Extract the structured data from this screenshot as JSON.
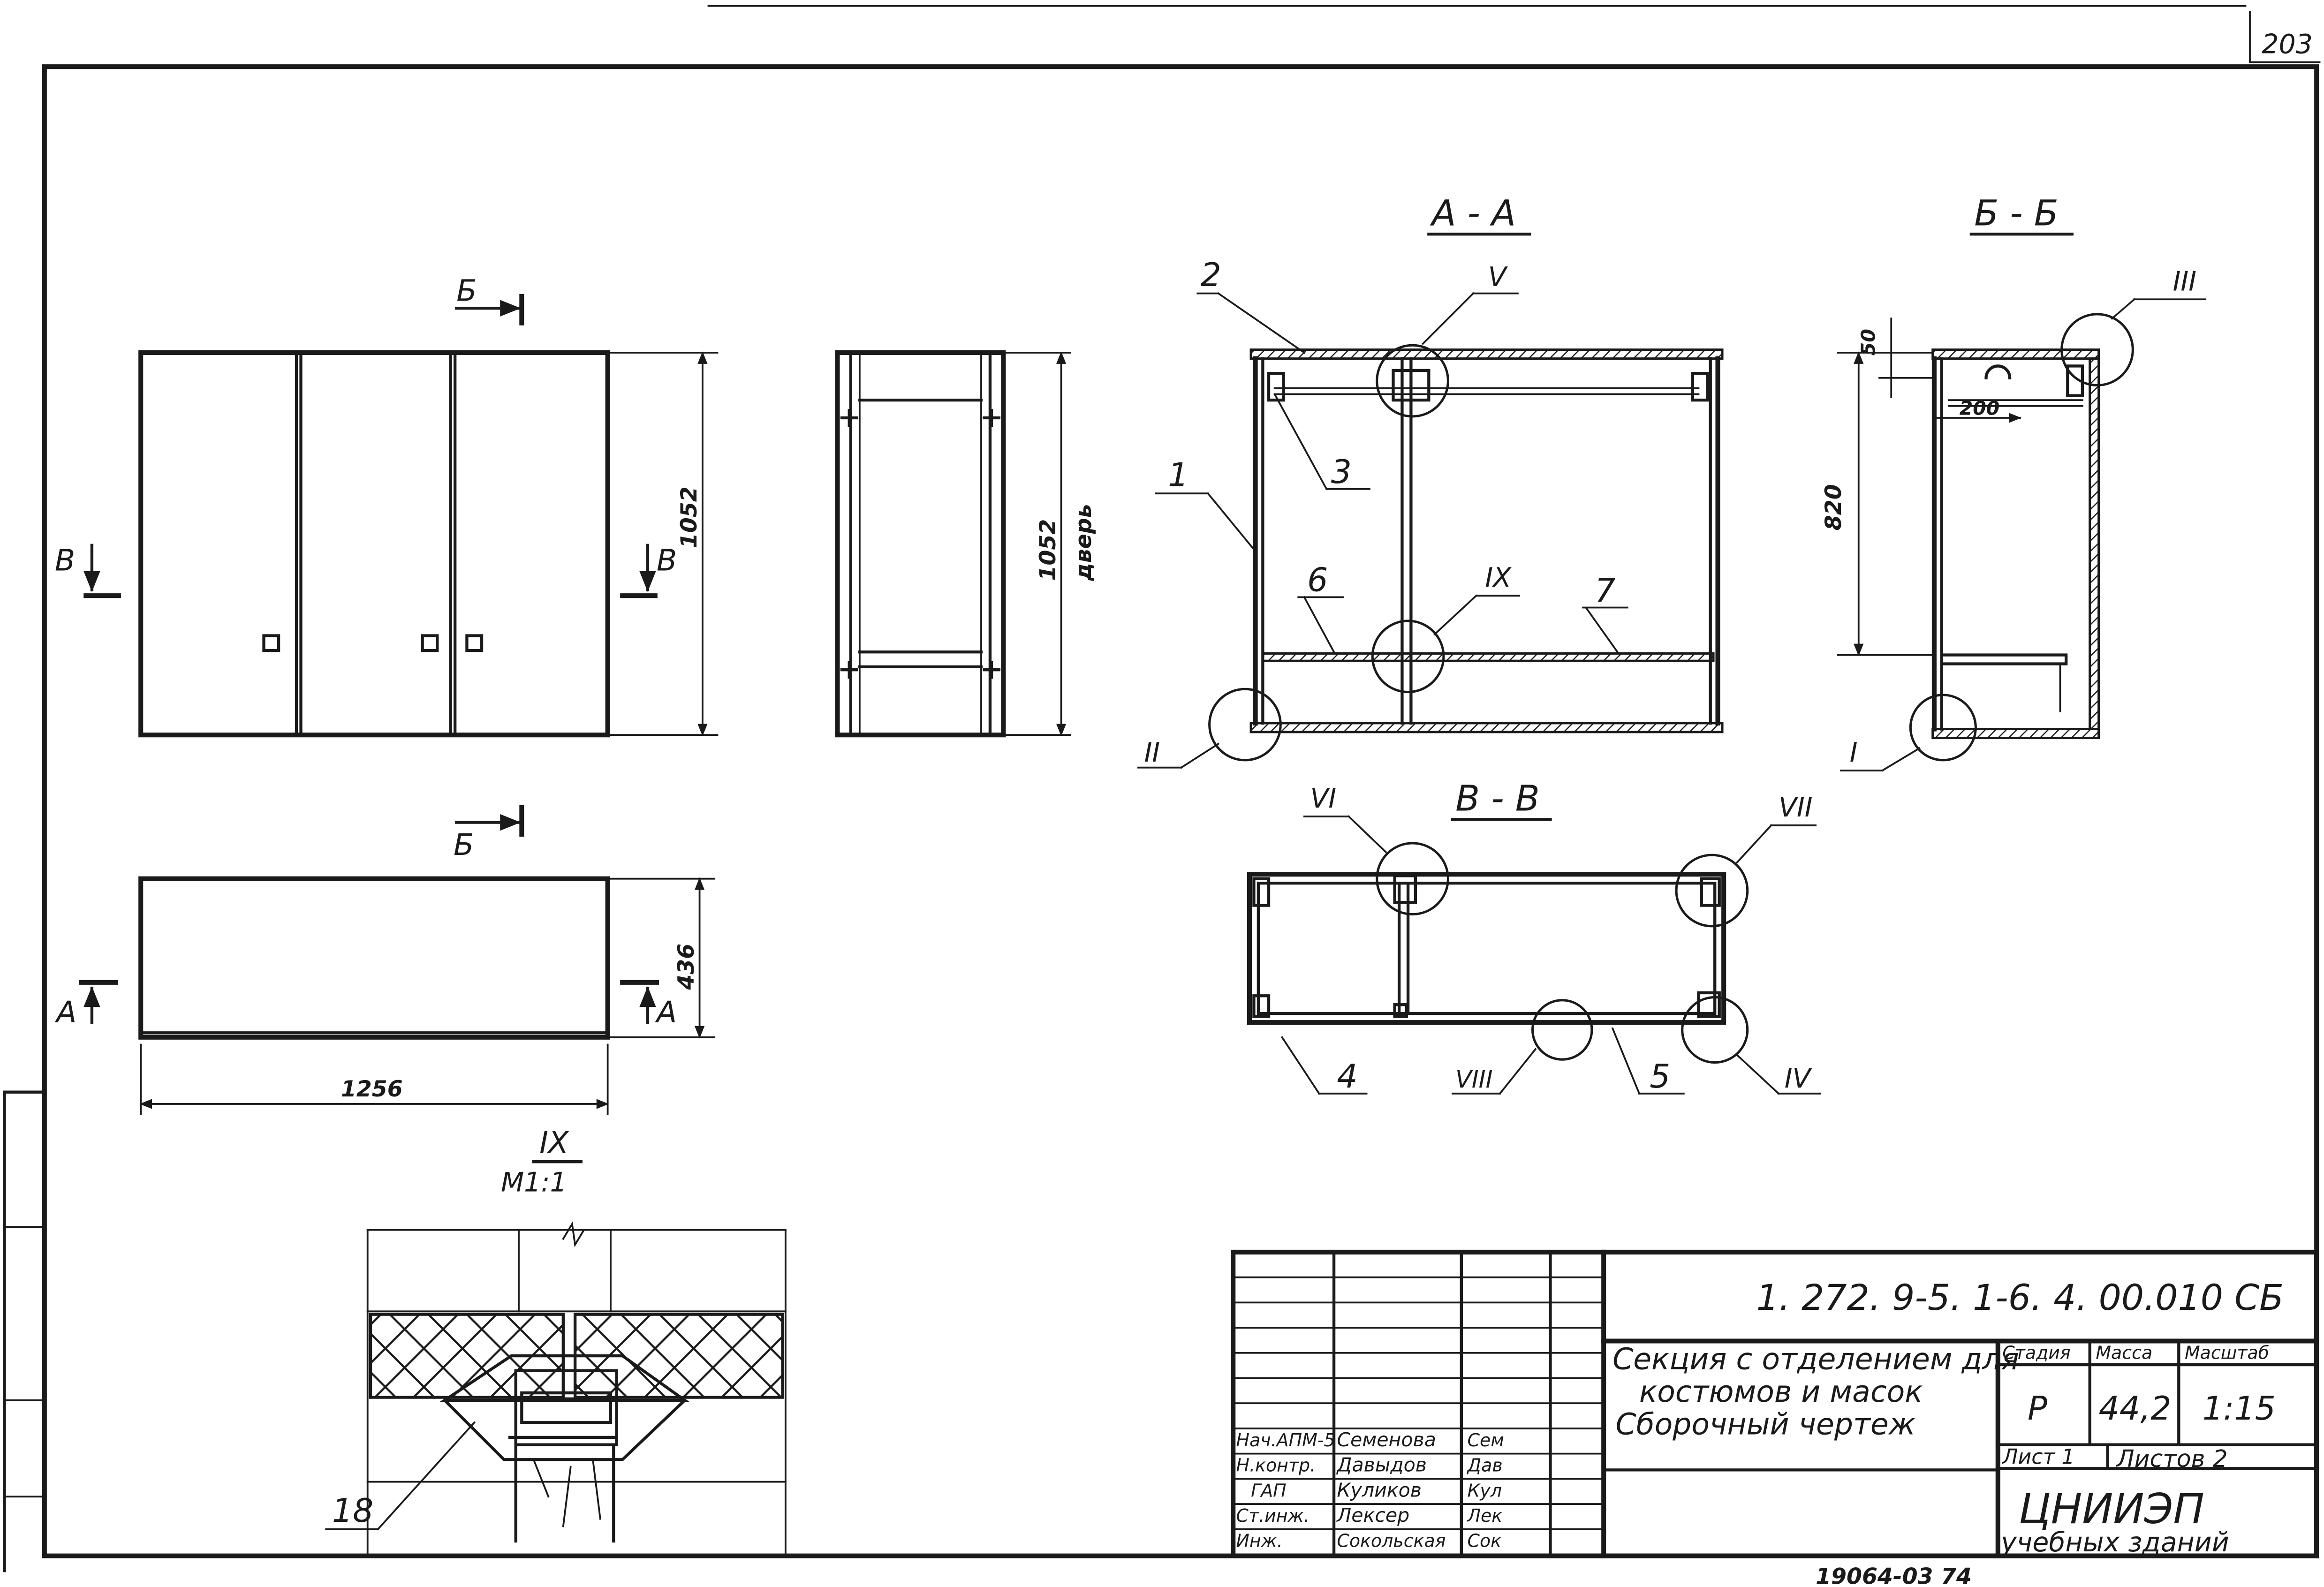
{
  "page_number": "203",
  "bottom_note": "19064-03   74",
  "sections": {
    "aa": "А - А",
    "bb": "Б - Б",
    "vv": "В - В"
  },
  "cut_marks": {
    "b": "Б",
    "v": "В",
    "a": "А"
  },
  "dimensions": {
    "height_front": "1052",
    "height_side": "1052",
    "side_note": "дверь",
    "depth": "436",
    "width": "1256",
    "bb_top": "50",
    "bb_inner": "200",
    "bb_height": "820"
  },
  "node_labels": {
    "n1": "I",
    "n2": "II",
    "n3": "III",
    "n4": "IV",
    "n5": "V",
    "n6": "VI",
    "n7": "VII",
    "n8": "VIII",
    "n9": "IX"
  },
  "positions": {
    "p1": "1",
    "p2": "2",
    "p3": "3",
    "p4": "4",
    "p5": "5",
    "p6": "6",
    "p7": "7",
    "p18": "18"
  },
  "detail": {
    "label": "IX",
    "scale": "М1:1"
  },
  "title_block": {
    "code": "1. 272. 9-5. 1-6. 4. 00.010 СБ",
    "title_line1": "Секция с отделением для",
    "title_line2": "костюмов и масок",
    "title_line3": "Сборочный чертеж",
    "stage_header": "Стадия",
    "mass_header": "Масса",
    "scale_header": "Масштаб",
    "stage": "Р",
    "mass": "44,2",
    "scale": "1:15",
    "sheet": "Лист 1",
    "sheets": "Листов 2",
    "org_line1": "ЦНИИЭП",
    "org_line2": "учебных зданий",
    "signers": [
      {
        "role": "Нач.АПМ-5",
        "name": "Семенова",
        "sign": "Сем"
      },
      {
        "role": "Н.контр.",
        "name": "Давыдов",
        "sign": "Дав"
      },
      {
        "role": "ГАП",
        "name": "Куликов",
        "sign": "Кул"
      },
      {
        "role": "Ст.инж.",
        "name": "Лексер",
        "sign": "Лек"
      },
      {
        "role": "Инж.",
        "name": "Сокольская",
        "sign": "Сок"
      }
    ]
  }
}
